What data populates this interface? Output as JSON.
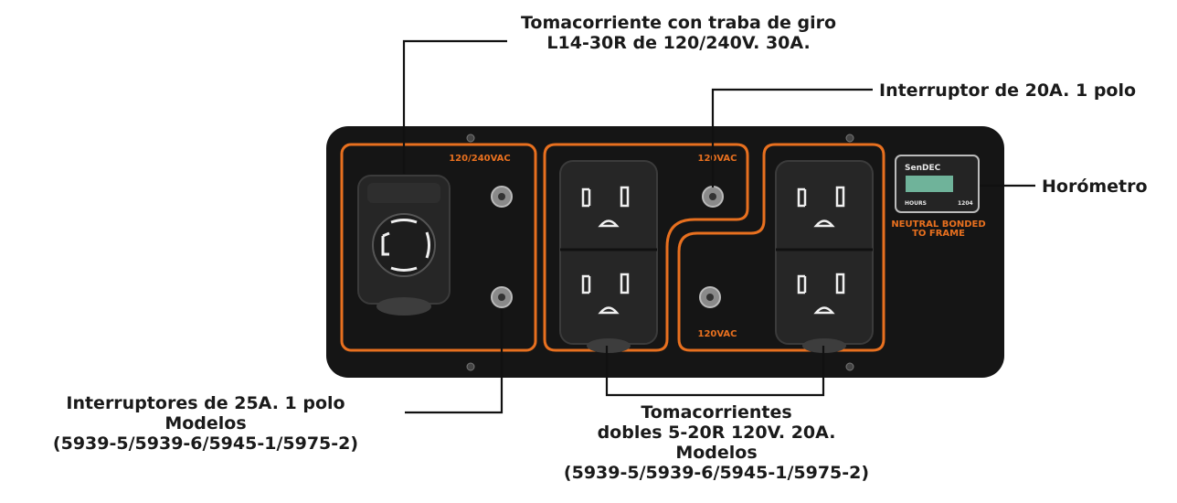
{
  "callouts": {
    "twist_lock": [
      "Tomacorriente con traba de giro",
      "L14-30R de 120/240V. 30A."
    ],
    "breaker_20a": [
      "Interruptor de 20A. 1 polo"
    ],
    "hour_meter": [
      "Horómetro"
    ],
    "breakers_25a": [
      "Interruptores de 25A. 1 polo",
      "Modelos",
      "(5939-5/5939-6/5945-1/5975-2)"
    ],
    "duplex": [
      "Tomacorrientes",
      "dobles 5-20R 120V. 20A.",
      "Modelos",
      "(5939-5/5939-6/5945-1/5975-2)"
    ]
  },
  "panel": {
    "zone1_label": "120/240VAC",
    "zone2_label": "120VAC",
    "zone3_label": "120VAC",
    "meter_brand": "SenDEC",
    "meter_unit": "HOURS",
    "meter_model": "1204",
    "neutral_line1": "NEUTRAL BONDED",
    "neutral_line2": "TO FRAME"
  },
  "colors": {
    "panel": "#151515",
    "accent": "#e8701f",
    "outlet": "#262626"
  }
}
